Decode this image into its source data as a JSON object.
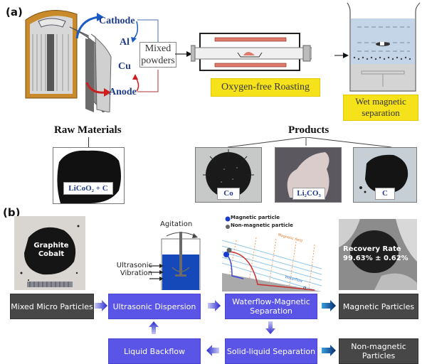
{
  "panel_a": {
    "label": "(a)",
    "battery": {
      "cathode_label": "Cathode",
      "anode_label": "Anode",
      "al_label": "Al",
      "cu_label": "Cu"
    },
    "mixed_powders": {
      "line1": "Mixed",
      "line2": "powders"
    },
    "roasting_label": "Oxygen-free Roasting",
    "wet_magnetic": {
      "line1": "Wet magnetic",
      "line2": "separation"
    },
    "raw_materials": {
      "heading": "Raw Materials",
      "sample_label": "LiCoO₂ + C"
    },
    "products": {
      "heading": "Products",
      "items": [
        {
          "label": "Co"
        },
        {
          "label": "Li₂CO₃"
        },
        {
          "label": "C"
        }
      ]
    }
  },
  "panel_b": {
    "label": "(b)",
    "photo_label": {
      "line1": "Graphite",
      "line2": "Cobalt"
    },
    "agitation_label": "Agitation",
    "ultrasonic_label": {
      "line1": "Ultrasonic",
      "line2": "Vibration"
    },
    "legend": {
      "magnetic": "Magnetic particle",
      "non_magnetic": "Non-magnetic particle",
      "field": "Magnetic field",
      "flow": "Waterflow",
      "angle": "α"
    },
    "recovery": {
      "line1": "Recovery Rate",
      "line2": "99.63% ± 0.62%"
    },
    "flow": {
      "mixed": "Mixed Micro Particles",
      "ultrasonic": "Ultrasonic Dispersion",
      "waterflow": {
        "line1": "Waterflow-Magnetic",
        "line2": "Separation"
      },
      "magnetic": "Magnetic Particles",
      "backflow": "Liquid Backflow",
      "solid_liquid": "Solid-liquid Separation",
      "non_magnetic": "Non-magnetic Particles"
    },
    "colors": {
      "blue_box": "#5a55e6",
      "dark_box": "#474747",
      "liquid": "#1548b8"
    }
  }
}
